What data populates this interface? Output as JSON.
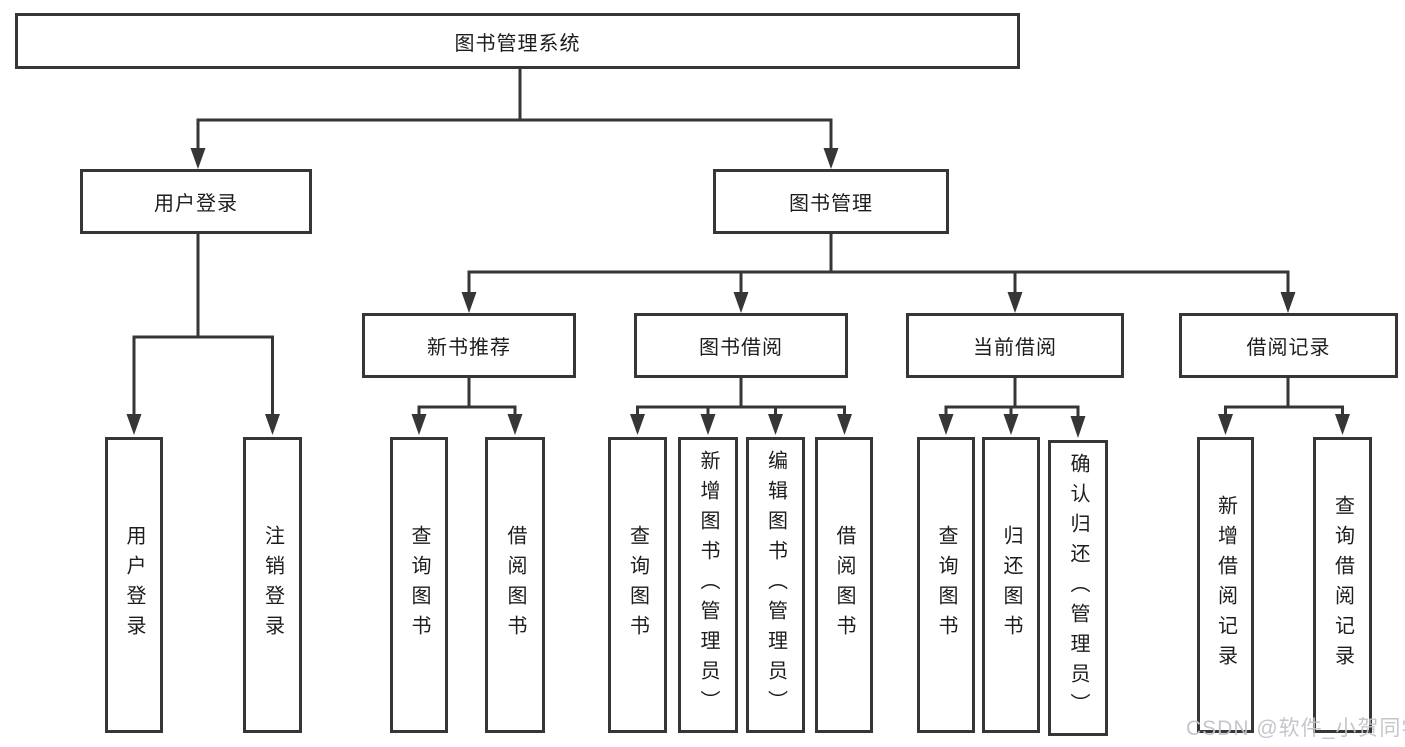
{
  "tree": {
    "root": "图书管理系统",
    "groups": [
      {
        "label": "用户登录",
        "leaves": [
          "用户登录",
          "注销登录"
        ]
      },
      {
        "label": "图书管理",
        "sections": [
          {
            "label": "新书推荐",
            "leaves": [
              "查询图书",
              "借阅图书"
            ]
          },
          {
            "label": "图书借阅",
            "leaves": [
              "查询图书",
              "新增图书（管理员）",
              "编辑图书（管理员）",
              "借阅图书"
            ]
          },
          {
            "label": "当前借阅",
            "leaves": [
              "查询图书",
              "归还图书",
              "确认归还（管理员）"
            ]
          },
          {
            "label": "借阅记录",
            "leaves": [
              "新增借阅记录",
              "查询借阅记录"
            ]
          }
        ]
      }
    ]
  },
  "watermark": "CSDN @软件_小贺同学",
  "colors": {
    "line": "#363636",
    "text": "#1d1d1d",
    "watermark": "#c2c4c9",
    "bg": "#ffffff"
  }
}
